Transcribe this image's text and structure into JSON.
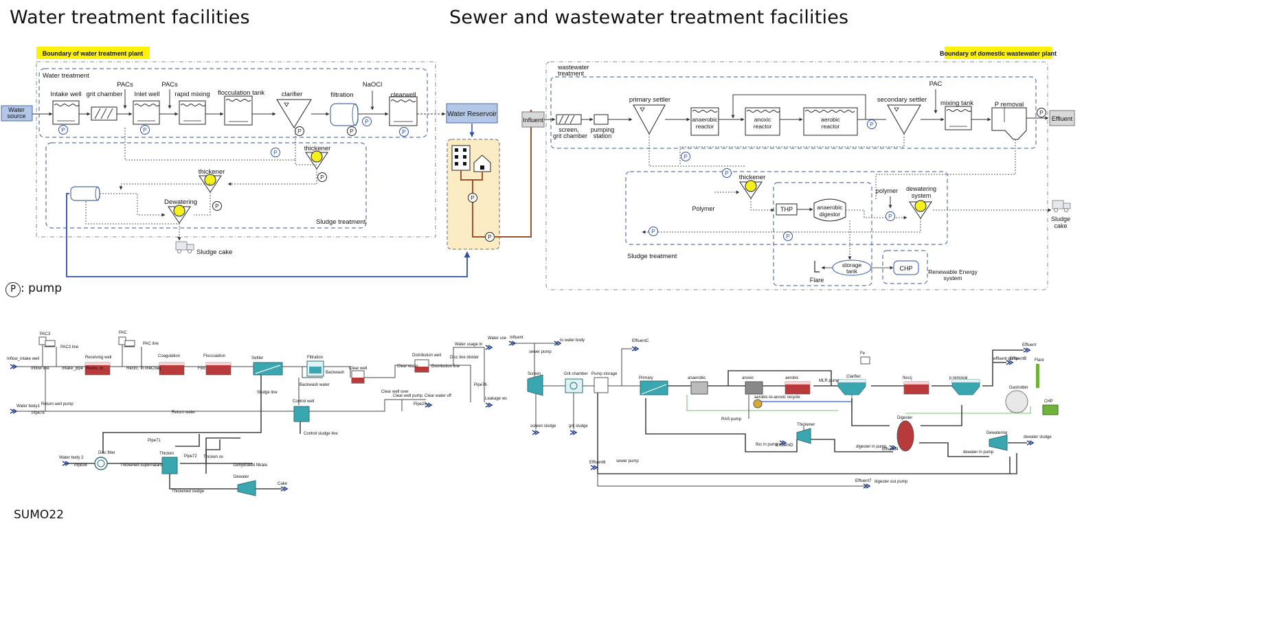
{
  "titles": {
    "left": "Water treatment facilities",
    "right": "Sewer and wastewater treatment facilities"
  },
  "water_plant": {
    "boundary_label": "Boundary of water treatment plant",
    "section_label": "Water treatment",
    "source": [
      "Water",
      "source"
    ],
    "units": {
      "intake": "Intake well",
      "grit": "grit chamber",
      "inlet": "Inlet well",
      "rapid": "rapid mixing",
      "floc": "flocculation tank",
      "clarifier": "clarifier",
      "filtration": "filtration",
      "clearwell": "clearwell",
      "pacs1": "PACs",
      "pacs2": "PACs",
      "naocl": "NaOCl"
    },
    "reservoir": "Water Reservoir",
    "sludge": {
      "label": "Sludge treatment",
      "thickener1": "thickener",
      "thickener2": "thickener",
      "dewatering": "Dewatering",
      "cake": "Sludge cake"
    }
  },
  "ww_plant": {
    "boundary_label": "Boundary  of domestic wastewater plant",
    "section_label": [
      "wastewater",
      "treatment"
    ],
    "influent": "Influent",
    "effluent": "Effluent",
    "units": {
      "screen": [
        "screen,",
        "grit chamber"
      ],
      "pumping": [
        "pumping",
        "station"
      ],
      "primary": "primary settler",
      "anaerobic": [
        "anaerobic",
        "reactor"
      ],
      "anoxic": [
        "anoxic",
        "reactor"
      ],
      "aerobic": [
        "aerobic",
        "reactor"
      ],
      "secondary": "secondary settler",
      "pac": "PAC",
      "mixing": "mixing tank",
      "premoval": "P removal"
    },
    "sludge": {
      "label": "Sludge treatment",
      "thickener": "thickener",
      "polymer1": "Polymer",
      "polymer2": "polymer",
      "thp": "THP",
      "digestor": [
        "anaerobic",
        "digestor"
      ],
      "dewatering": [
        "dewatering",
        "system"
      ],
      "cake": [
        "Sludge",
        "cake"
      ],
      "storage": [
        "storage",
        "tank"
      ],
      "flare": "Flare",
      "chp": "CHP",
      "renewable": [
        "Renewable Energy",
        "system"
      ]
    }
  },
  "pump_symbol": "P",
  "pump_legend": ": pump",
  "sumo_label": "SUMO22",
  "sumo_left": [
    "PAC3",
    "PAC3 line",
    "PAC",
    "PAC line",
    "Inflow_intake well",
    "Inflow line",
    "Intake_pipe",
    "Receiving well",
    "Recirc. In",
    "Recirc. In line",
    "Coagulation",
    "Coag",
    "Flocculation",
    "Floc",
    "Settler",
    "Filtration",
    "Backwash",
    "Backwash water",
    "Clear well",
    "Clear water",
    "Clear well over",
    "Clear well pump",
    "Distribution well",
    "Distribution line",
    "Water usage ln",
    "Water use",
    "Disc line divider",
    "Pipe76",
    "Leakage ws",
    "Water body1",
    "Return well pump",
    "Pipe78",
    "Return water",
    "Sludge line",
    "Control well",
    "Control sludge line",
    "Clear water off",
    "Pipe25",
    "Pipe71",
    "Pipe72",
    "Water body 2",
    "Disc filter",
    "Thicken",
    "Thickened supernatant",
    "Thicken ov",
    "Dehydrated filtrate",
    "Dewater",
    "Thickened sludge",
    "Cake",
    "Pipe38"
  ],
  "sumo_right": [
    "Influent",
    "to water body",
    "sewer pump",
    "Screen",
    "screen sludge",
    "Grit chamber",
    "grit sludge",
    "Pump storage",
    "EffluentC",
    "Primary",
    "anaerobic",
    "anoxic",
    "aerobic",
    "aerobic-to-anoxic recycle",
    "MLR pump",
    "Clarifier",
    "RAS pump",
    "Fe",
    "floccj",
    "p removal",
    "effluent pump",
    "EffluentB",
    "Effluent",
    "Flare",
    "Gasholder",
    "CHP",
    "Digester",
    "digester in pump",
    "Effluent4",
    "Thickener",
    "floc in pump",
    "EffluentD",
    "Dewatering",
    "dewater sludge",
    "dewater in pump",
    "Effluent6",
    "sewer pump",
    "Effluent7",
    "digester out pump"
  ]
}
